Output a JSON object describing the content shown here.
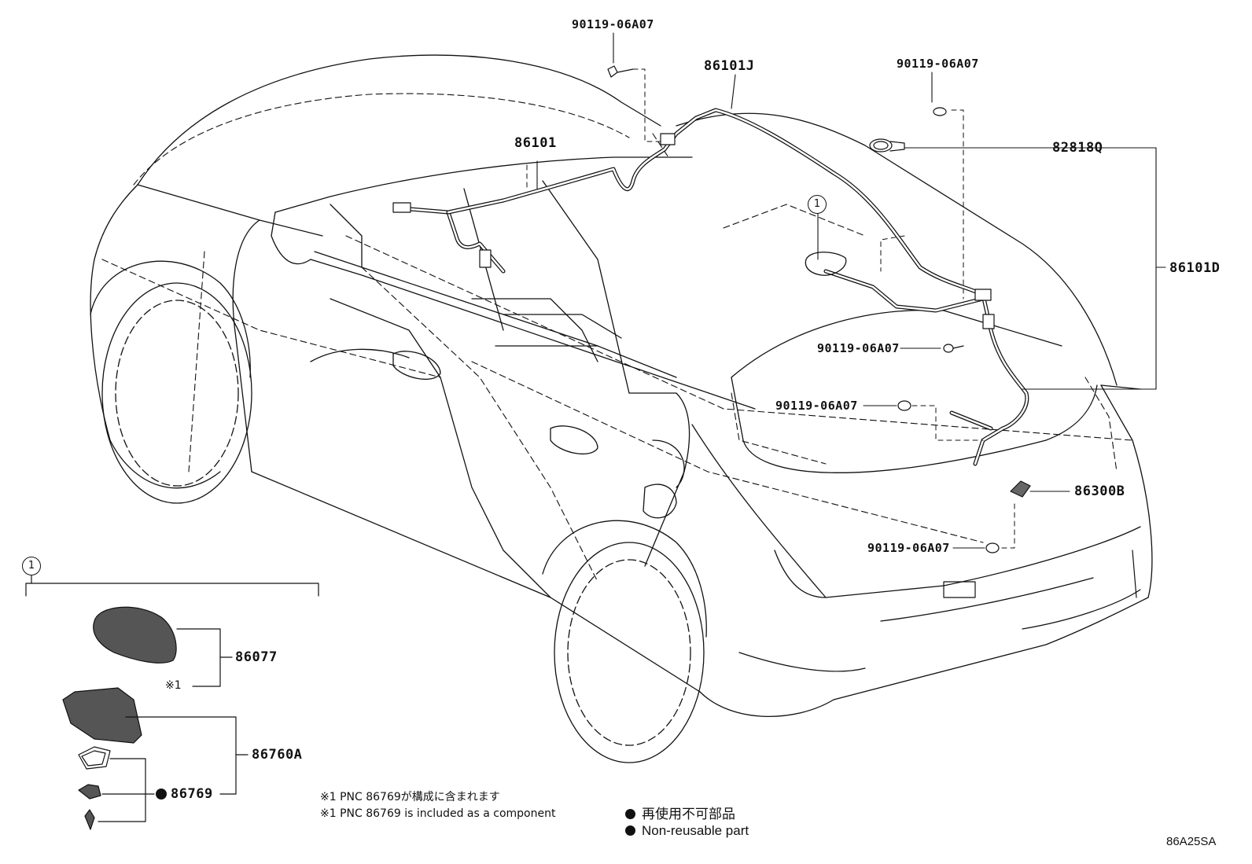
{
  "parts": {
    "bolt_top": "90119-06A07",
    "wire_roof_front": "86101J",
    "bolt_top_right": "90119-06A07",
    "wire_main": "86101",
    "grommet": "82818Q",
    "wire_rear": "86101D",
    "bolt_mid_1": "90119-06A07",
    "bolt_mid_2": "90119-06A07",
    "sensor": "86300B",
    "bolt_lower": "90119-06A07",
    "antenna_cover": "86077",
    "antenna_assy": "86760A",
    "gasket": "86769"
  },
  "callouts": {
    "ref_marker": "1",
    "detail_marker": "1",
    "footnote_mark": "※1"
  },
  "notes": {
    "note_jp": "※1 PNC 86769が構成に含まれます",
    "note_en": "※1 PNC 86769 is included as a component"
  },
  "legend": {
    "non_reusable_jp": "再使用不可部品",
    "non_reusable_en": "Non-reusable part"
  },
  "figure_code": "86A25SA",
  "colors": {
    "line": "#111111",
    "background": "#ffffff"
  }
}
